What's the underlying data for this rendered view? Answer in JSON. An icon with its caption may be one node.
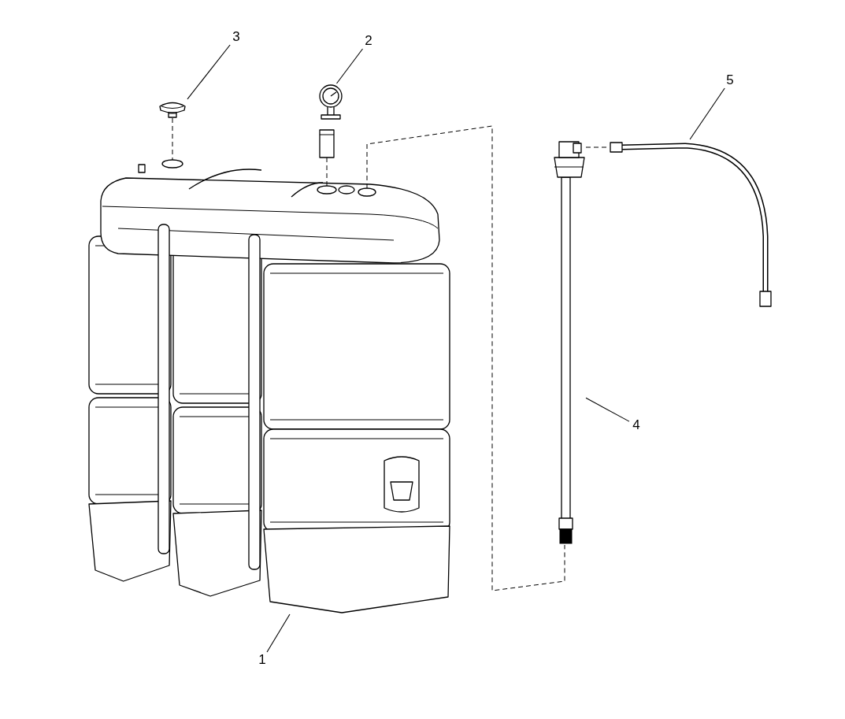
{
  "diagram": {
    "nodes": [
      {
        "text": [
          "3"
        ]
      },
      {
        "text": [
          "2"
        ]
      },
      {
        "text": [
          "5"
        ]
      },
      {
        "text": [
          "4"
        ]
      },
      {
        "text": [
          "1"
        ]
      },
      {
        "text": [],
        "shape": "picture"
      },
      {
        "text": [],
        "shape": "picture"
      },
      {
        "text": [],
        "shape": "picture"
      },
      {
        "text": [],
        "shape": "picture"
      },
      {
        "text": [],
        "shape": "picture"
      }
    ],
    "edges": [
      {
        "from": 0,
        "to": 5,
        "arrow": "none"
      },
      {
        "from": 1,
        "to": 6,
        "arrow": "none"
      },
      {
        "from": 2,
        "to": 7,
        "arrow": "none"
      },
      {
        "from": 3,
        "to": 8,
        "arrow": "none"
      },
      {
        "from": 4,
        "to": 9,
        "arrow": "none"
      },
      {
        "from": 5,
        "to": 9,
        "arrow": "none",
        "style": "dashed"
      },
      {
        "from": 6,
        "to": 9,
        "arrow": "none",
        "style": "dashed"
      },
      {
        "from": 9,
        "to": 8,
        "arrow": "none",
        "style": "dashed"
      },
      {
        "from": 8,
        "to": 7,
        "arrow": "none",
        "style": "dashed"
      }
    ]
  }
}
